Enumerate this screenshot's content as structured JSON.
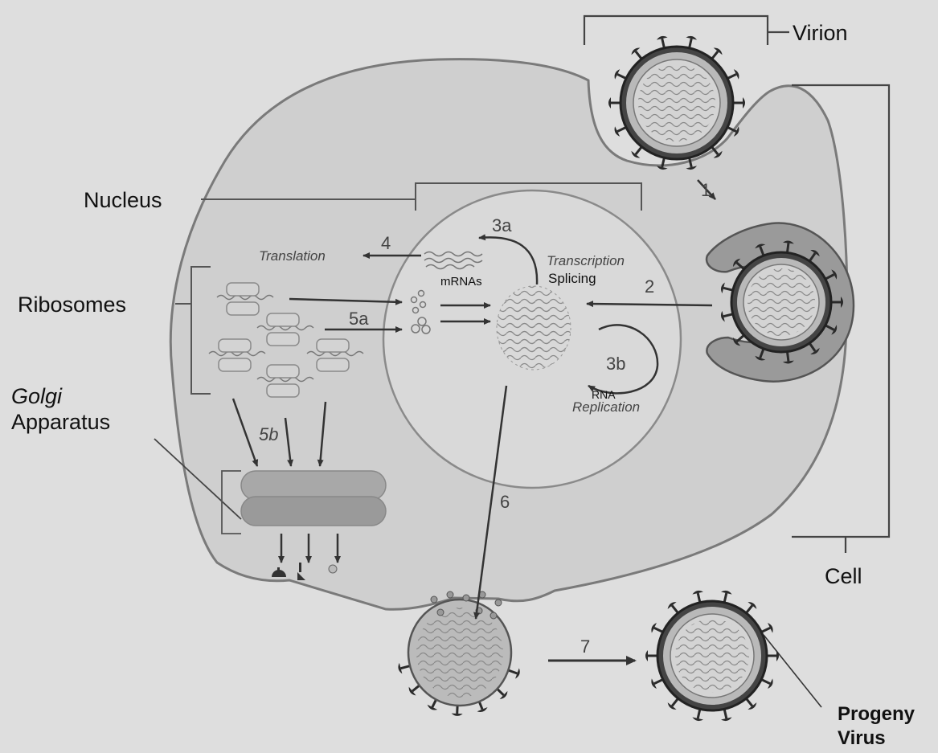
{
  "labels": {
    "virion": "Virion",
    "nucleus": "Nucleus",
    "ribosomes": "Ribosomes",
    "golgi_line1": "Golgi",
    "golgi_line2": "Apparatus",
    "cell": "Cell",
    "progeny_line1": "Progeny",
    "progeny_line2": "Virus"
  },
  "steps": {
    "s1": "1",
    "s2": "2",
    "s3a": "3a",
    "s3b": "3b",
    "s4": "4",
    "s5a": "5a",
    "s5b": "5b",
    "s6": "6",
    "s7": "7"
  },
  "annotations": {
    "translation": "Translation",
    "mrnas": "mRNAs",
    "transcription": "Transcription",
    "splicing": "Splicing",
    "rna": "RNA",
    "replication": "Replication"
  },
  "colors": {
    "background": "#dedede",
    "cell_fill": "#cfcfcf",
    "outline": "#666666",
    "dark": "#2a2a2a"
  }
}
